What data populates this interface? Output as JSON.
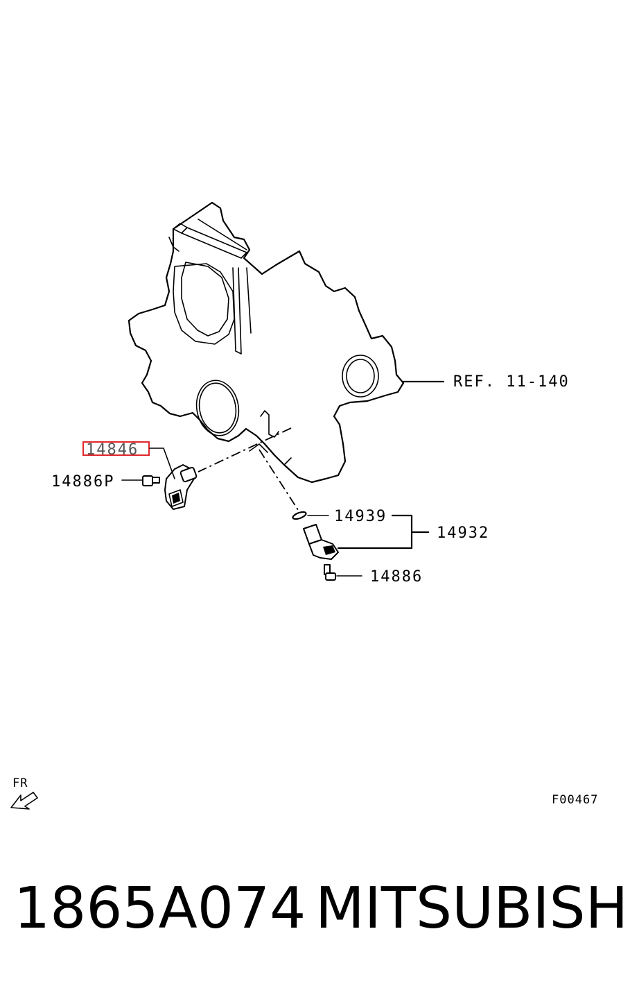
{
  "callouts": {
    "ref": "REF. 11-140",
    "p14846": "14846",
    "p14886p": "14886P",
    "p14939": "14939",
    "p14932": "14932",
    "p14886": "14886"
  },
  "front_marker": "FR",
  "figure_code": "F00467",
  "caption": {
    "part_number": "1865A074",
    "brand": "MITSUBISHI"
  },
  "highlight_color": "#e0262b",
  "icons": [
    "front-arrow-icon"
  ]
}
